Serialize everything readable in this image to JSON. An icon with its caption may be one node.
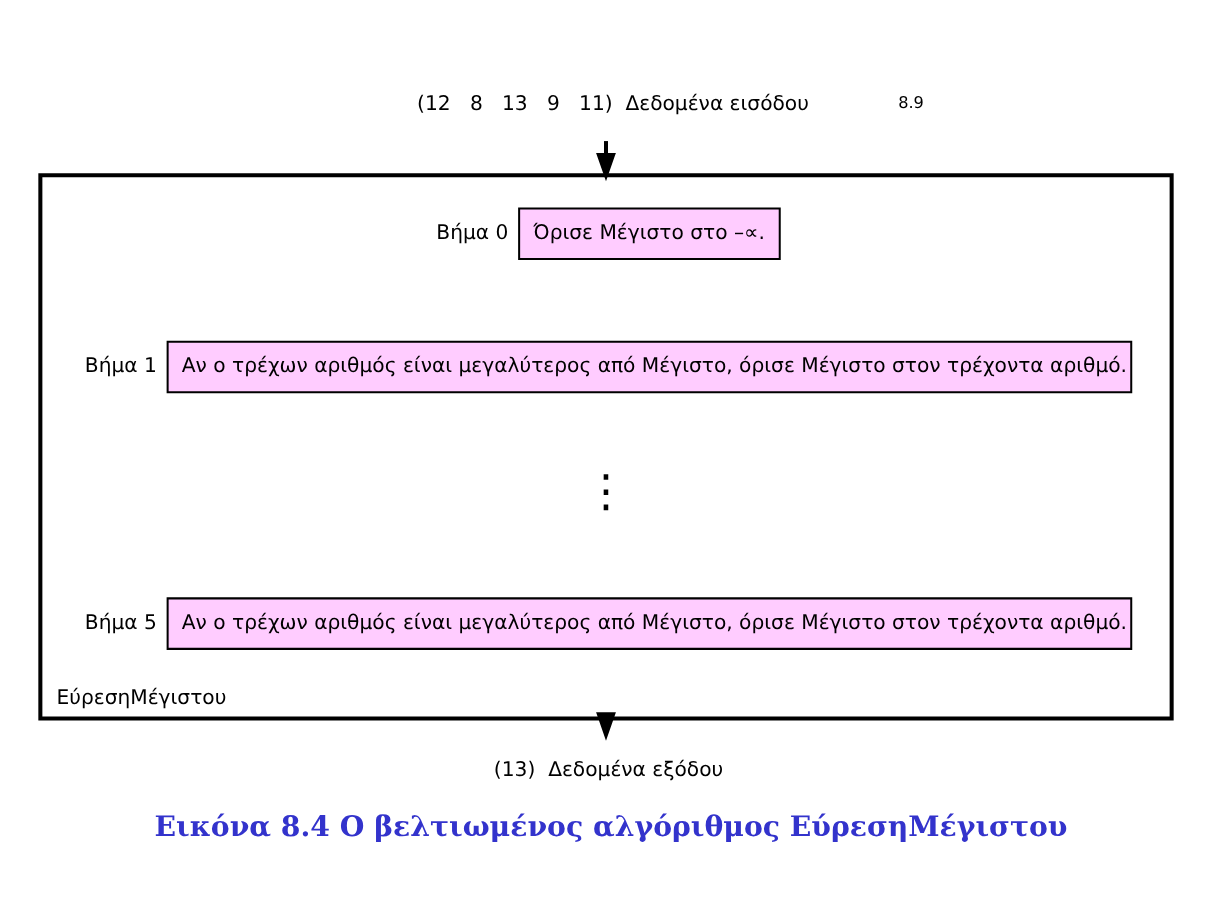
{
  "diagram": {
    "caption": "Εικόνα 8.4 Ο βελτιωμένος αλγόριθμος ΕύρεσηΜέγιστου",
    "nodes": [
      {
        "text": [
          "ΕύρεσηΜέγιστου"
        ]
      },
      {
        "text": [
          "Όρισε Μέγιστο στο –∝."
        ],
        "in": 0,
        "beside": [
          "Βήμα 0"
        ]
      },
      {
        "text": [
          "Αν ο τρέχων αριθμός είναι μεγαλύτερος από Μέγιστο, όρισε Μέγιστο στον τρέχοντα αριθμό."
        ],
        "in": 0,
        "beside": [
          "Βήμα 1"
        ]
      },
      {
        "text": [
          "Αν ο τρέχων αριθμός είναι μεγαλύτερος από Μέγιστο, όρισε Μέγιστο στον τρέχοντα αριθμό."
        ],
        "in": 0,
        "beside": [
          "Βήμα 5"
        ]
      },
      {
        "text": [
          "(12   8   13   9   11)  Δεδομένα εισόδου"
        ]
      },
      {
        "text": [
          "(13)  Δεδομένα εξόδου"
        ]
      }
    ],
    "edges": [
      {
        "from": 4,
        "to": 0,
        "arrow": "to"
      },
      {
        "from": 0,
        "to": 5,
        "arrow": "to"
      }
    ],
    "labels": [
      "⋮",
      "8.9"
    ]
  }
}
